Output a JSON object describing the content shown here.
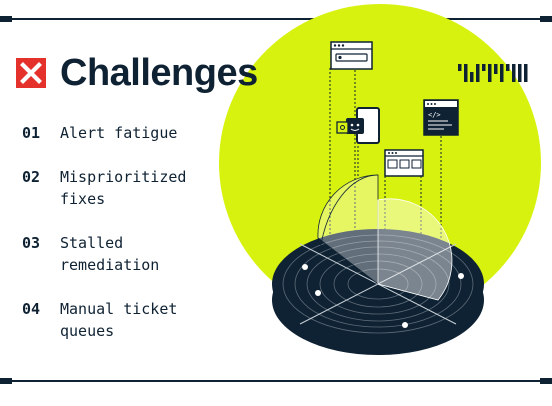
{
  "header": {
    "title": "Challenges"
  },
  "challenges": [
    {
      "num": "01",
      "label": "Alert fatigue"
    },
    {
      "num": "02",
      "label": "Misprioritized fixes"
    },
    {
      "num": "03",
      "label": "Stalled remediation"
    },
    {
      "num": "04",
      "label": "Manual ticket queues"
    }
  ],
  "colors": {
    "accent": "#d7f20f",
    "dark": "#0f2233",
    "danger": "#e5312b"
  },
  "icons": [
    "close-icon",
    "brand-logo-icon",
    "browser-window-icon",
    "smartphone-icon",
    "code-window-icon",
    "grid-window-icon",
    "radar-disc-illustration"
  ]
}
